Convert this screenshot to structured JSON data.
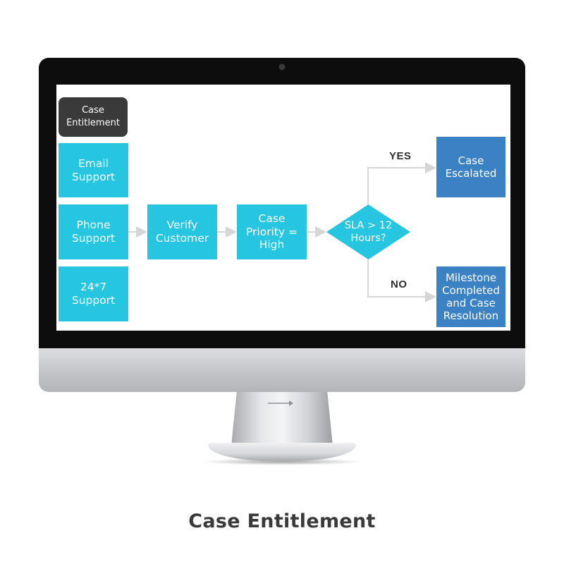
{
  "diagram": {
    "header": "Case\nEntitlement",
    "channels": [
      {
        "label": "Email\nSupport"
      },
      {
        "label": "Phone\nSupport"
      },
      {
        "label": "24*7\nSupport"
      }
    ],
    "steps": {
      "verify": "Verify\nCustomer",
      "priority": "Case\nPriority =\nHigh"
    },
    "decision": {
      "label": "SLA > 12\nHours?",
      "yes_label": "YES",
      "no_label": "NO"
    },
    "outcomes": {
      "yes": "Case\nEscalated",
      "no": "Milestone\nCompleted\nand Case\nResolution"
    }
  },
  "caption": "Case Entitlement",
  "colors": {
    "cyan": "#26c6e0",
    "blue": "#3b82c4",
    "header": "#3a3a3a",
    "connector": "#d6d6d6"
  },
  "icons": [
    "camera-icon",
    "arrow-right-icon"
  ]
}
